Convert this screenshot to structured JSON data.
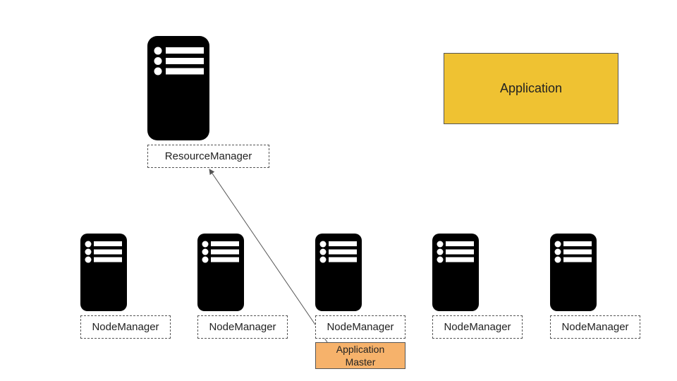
{
  "resource_manager": {
    "label": "ResourceManager"
  },
  "application": {
    "label": "Application",
    "color": "#efc232"
  },
  "node_managers": [
    {
      "label": "NodeManager"
    },
    {
      "label": "NodeManager"
    },
    {
      "label": "NodeManager"
    },
    {
      "label": "NodeManager"
    },
    {
      "label": "NodeManager"
    }
  ],
  "application_master": {
    "line1": "Application",
    "line2": "Master",
    "color": "#f6b26b"
  },
  "colors": {
    "server": "#000000",
    "dashed_border": "#555555",
    "arrow": "#555555"
  }
}
